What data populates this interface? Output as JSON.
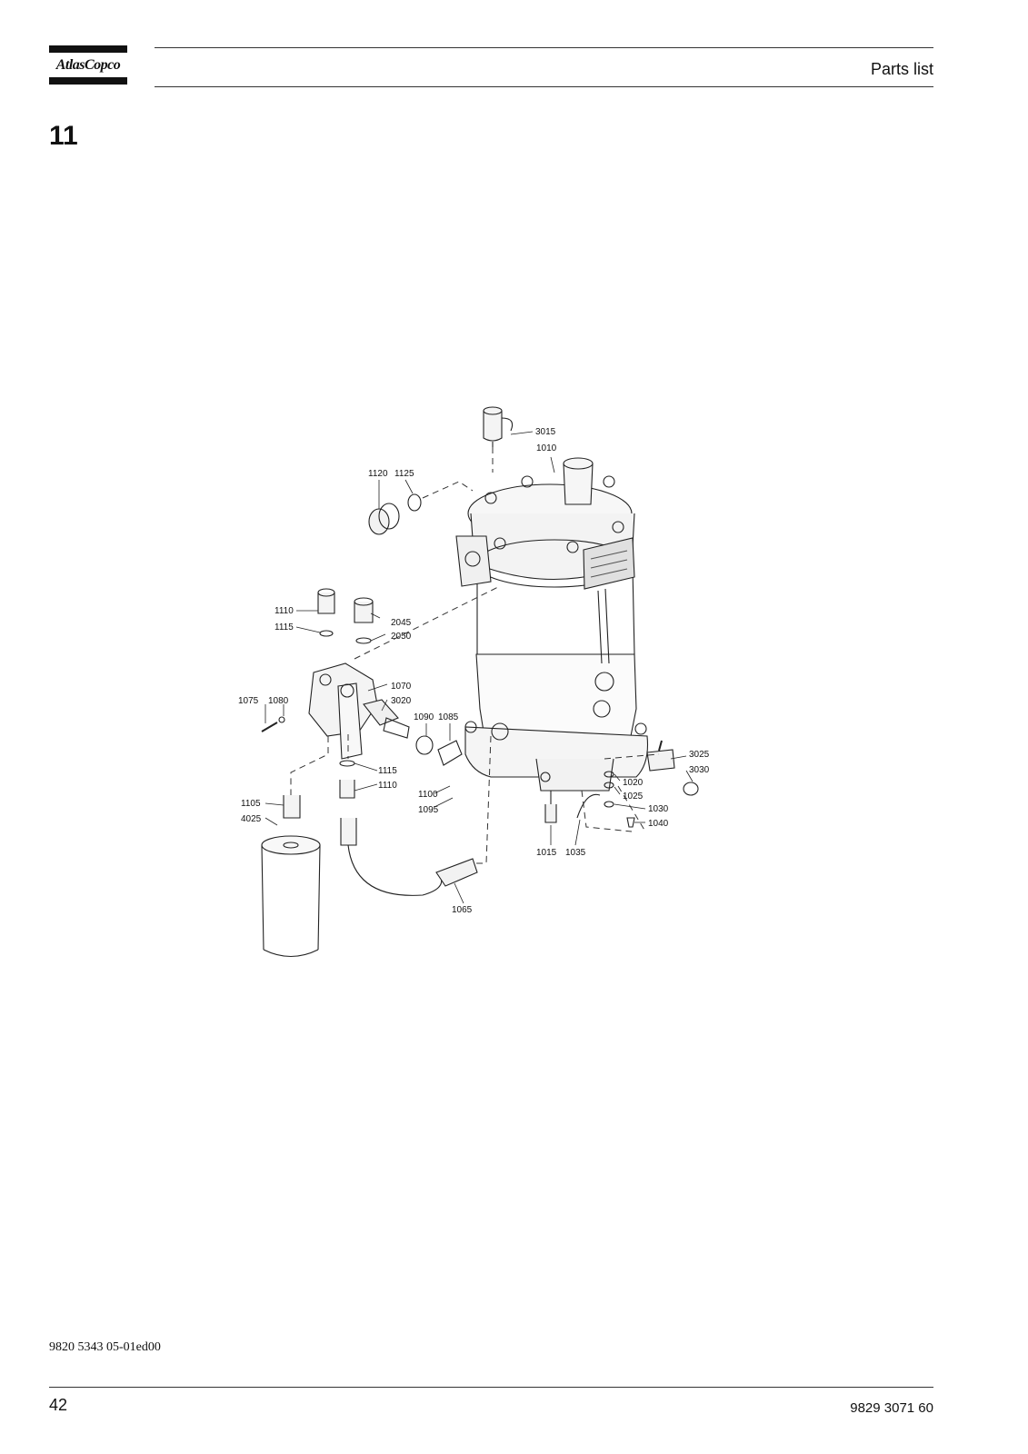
{
  "header": {
    "brand": "AtlasCopco",
    "section_title": "Parts list"
  },
  "chapter_number": "11",
  "drawing": {
    "callouts": [
      {
        "id": "3015",
        "label": "3015"
      },
      {
        "id": "1010",
        "label": "1010"
      },
      {
        "id": "1120",
        "label": "1120"
      },
      {
        "id": "1125",
        "label": "1125"
      },
      {
        "id": "1110a",
        "label": "1110"
      },
      {
        "id": "1115a",
        "label": "1115"
      },
      {
        "id": "2045",
        "label": "2045"
      },
      {
        "id": "2050",
        "label": "2050"
      },
      {
        "id": "1070",
        "label": "1070"
      },
      {
        "id": "3020",
        "label": "3020"
      },
      {
        "id": "1075",
        "label": "1075"
      },
      {
        "id": "1080",
        "label": "1080"
      },
      {
        "id": "1090",
        "label": "1090"
      },
      {
        "id": "1085",
        "label": "1085"
      },
      {
        "id": "1115b",
        "label": "1115"
      },
      {
        "id": "1110b",
        "label": "1110"
      },
      {
        "id": "1100",
        "label": "1100"
      },
      {
        "id": "1095",
        "label": "1095"
      },
      {
        "id": "1105",
        "label": "1105"
      },
      {
        "id": "4025",
        "label": "4025"
      },
      {
        "id": "3025",
        "label": "3025"
      },
      {
        "id": "3030",
        "label": "3030"
      },
      {
        "id": "1020",
        "label": "1020"
      },
      {
        "id": "1025",
        "label": "1025"
      },
      {
        "id": "1030",
        "label": "1030"
      },
      {
        "id": "1040",
        "label": "1040"
      },
      {
        "id": "1015",
        "label": "1015"
      },
      {
        "id": "1035",
        "label": "1035"
      },
      {
        "id": "1065",
        "label": "1065"
      }
    ]
  },
  "footer": {
    "code_ref": "9820 5343 05-01ed00",
    "page_number": "42",
    "document_number": "9829 3071 60"
  }
}
